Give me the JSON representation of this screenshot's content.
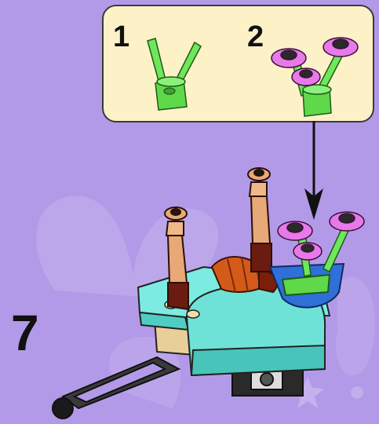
{
  "instruction_page": {
    "step_number": "7",
    "callout": {
      "substeps": [
        {
          "number": "1",
          "part": "green-stem-plant-icon"
        },
        {
          "number": "2",
          "part": "pink-flowers-assembly-icon"
        }
      ]
    },
    "main_model": "cart-with-flowers-icon",
    "colors": {
      "background": "#b39ae8",
      "callout_fill": "#fdf1c8",
      "turquoise": "#5ee0d8",
      "tan": "#e8cf9a",
      "dark_red": "#6b1c10",
      "green": "#5fd84a",
      "pink": "#e879e8",
      "blue": "#2f6fd8"
    }
  }
}
